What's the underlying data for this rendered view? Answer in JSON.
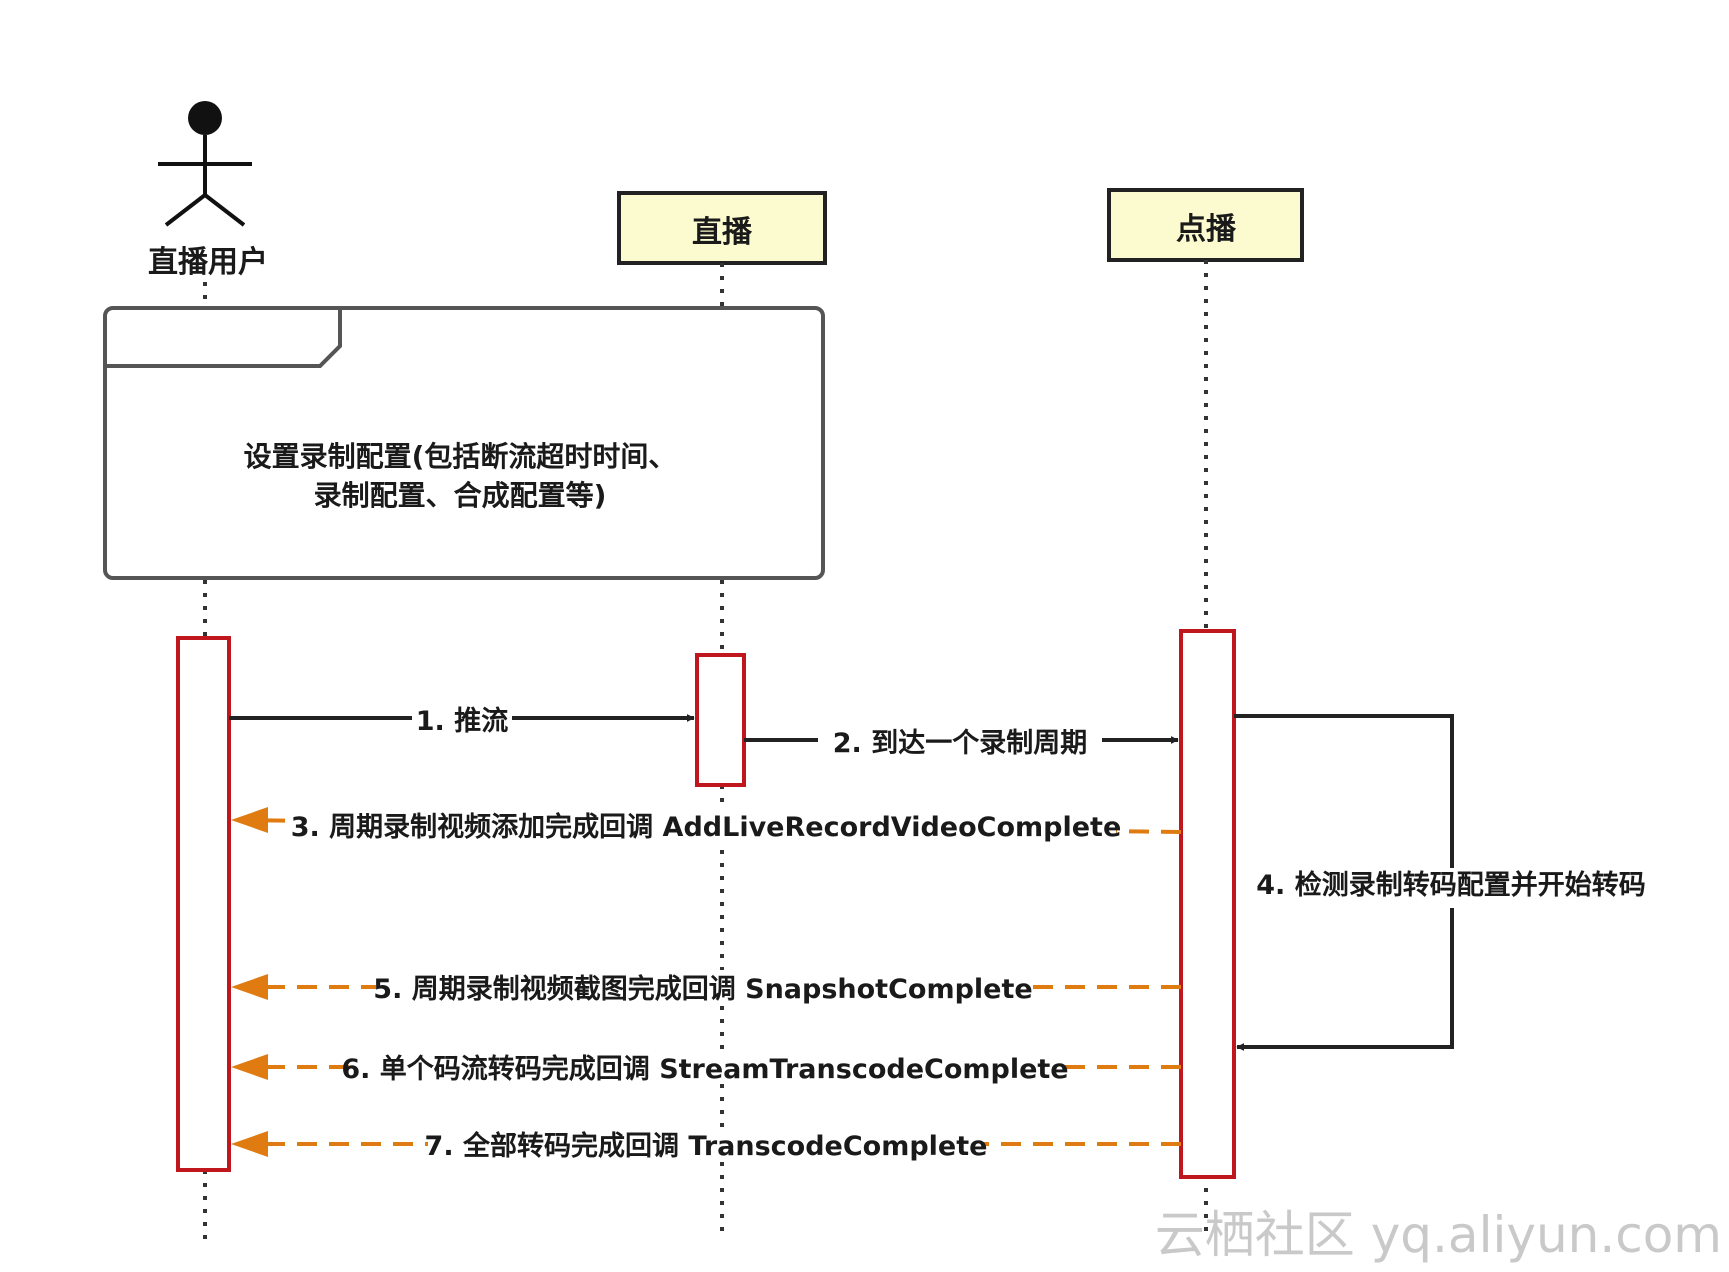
{
  "participants": {
    "user": {
      "name": "直播用户"
    },
    "live": {
      "name": "直播"
    },
    "vod": {
      "name": "点播"
    }
  },
  "note": {
    "line1": "设置录制配置(包括断流超时时间、",
    "line2": "录制配置、合成配置等)"
  },
  "messages": [
    {
      "label": "1. 推流",
      "style": "solid"
    },
    {
      "label": "2. 到达一个录制周期",
      "style": "solid"
    },
    {
      "label": "3. 周期录制视频添加完成回调 AddLiveRecordVideoComplete",
      "style": "dashed"
    },
    {
      "label": "4. 检测录制转码配置并开始转码",
      "style": "solid"
    },
    {
      "label": "5. 周期录制视频截图完成回调 SnapshotComplete",
      "style": "dashed"
    },
    {
      "label": "6. 单个码流转码完成回调 StreamTranscodeComplete",
      "style": "dashed"
    },
    {
      "label": "7. 全部转码完成回调 TranscodeComplete",
      "style": "dashed"
    }
  ],
  "watermark": {
    "text": "云栖社区 yq.aliyun.com"
  },
  "colors": {
    "participant_fill": "#fbfbcf",
    "activation_border": "#c0171f",
    "callback_arrow": "#e07b12",
    "line": "#222222"
  },
  "icons": {
    "actor": "stick-figure-icon"
  }
}
